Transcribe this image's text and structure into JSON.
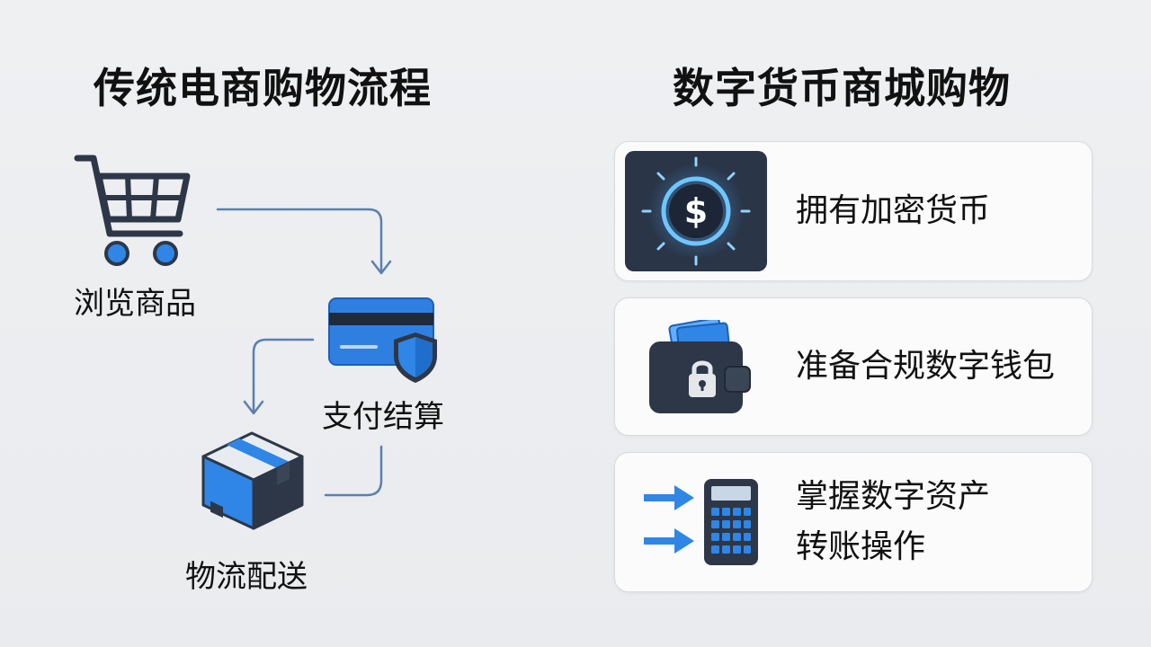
{
  "left": {
    "title": "传统电商购物流程",
    "steps": [
      {
        "label": "浏览商品",
        "icon": "shopping-cart-icon"
      },
      {
        "label": "支付结算",
        "icon": "credit-card-shield-icon"
      },
      {
        "label": "物流配送",
        "icon": "package-box-icon"
      }
    ]
  },
  "right": {
    "title": "数字货币商城购物",
    "cards": [
      {
        "lines": [
          "拥有加密货币"
        ],
        "icon": "crypto-coin-icon"
      },
      {
        "lines": [
          "准备合规数字钱包"
        ],
        "icon": "locked-wallet-icon"
      },
      {
        "lines": [
          "掌握数字资产",
          "转账操作"
        ],
        "icon": "transfer-calculator-icon"
      }
    ]
  },
  "colors": {
    "accent": "#2f86e6",
    "dark": "#2d3748",
    "arrow": "#5b7fb1",
    "card_bg": "#fbfbfc"
  }
}
